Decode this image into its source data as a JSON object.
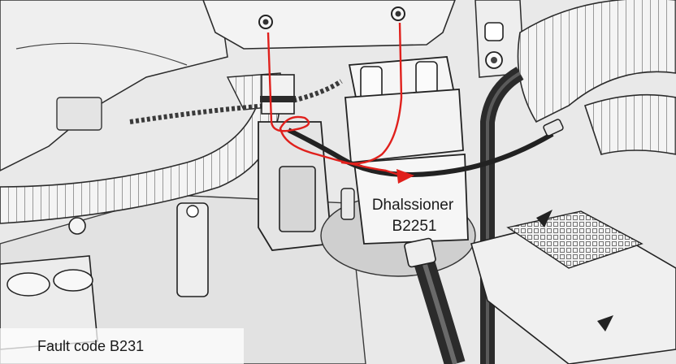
{
  "component_label": {
    "line1": "Dhalssioner",
    "line2": "B2251"
  },
  "caption": "Fault code B231",
  "colors": {
    "background": "#e9e9e9",
    "line_art": "#2b2b2b",
    "highlight_wire": "#e0201c",
    "panel_fill": "#f2f2f2",
    "shadow_fill": "#cfcfcf"
  },
  "icons": {
    "arrow": "red-triangle-arrow"
  }
}
